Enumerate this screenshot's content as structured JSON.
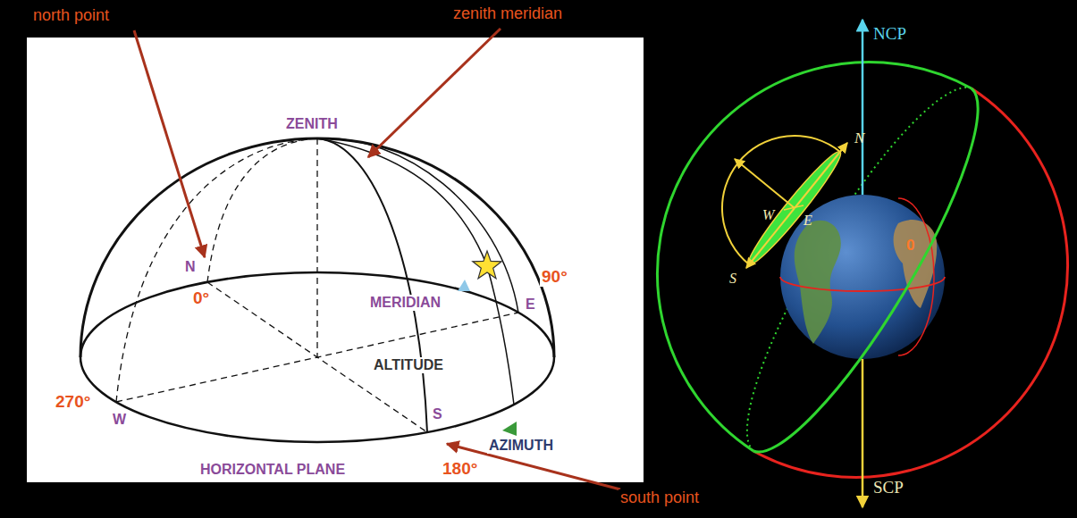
{
  "diagram": {
    "labels": [
      "north point",
      "zenith meridian",
      "ZENITH",
      "N",
      "0°",
      "MERIDIAN",
      "E",
      "90°",
      "ALTITUDE",
      "270°",
      "W",
      "S",
      "AZIMUTH",
      "HORIZONTAL PLANE",
      "180°",
      "south point",
      "NCP",
      "N",
      "W",
      "E",
      "0",
      "S",
      "SCP"
    ]
  }
}
